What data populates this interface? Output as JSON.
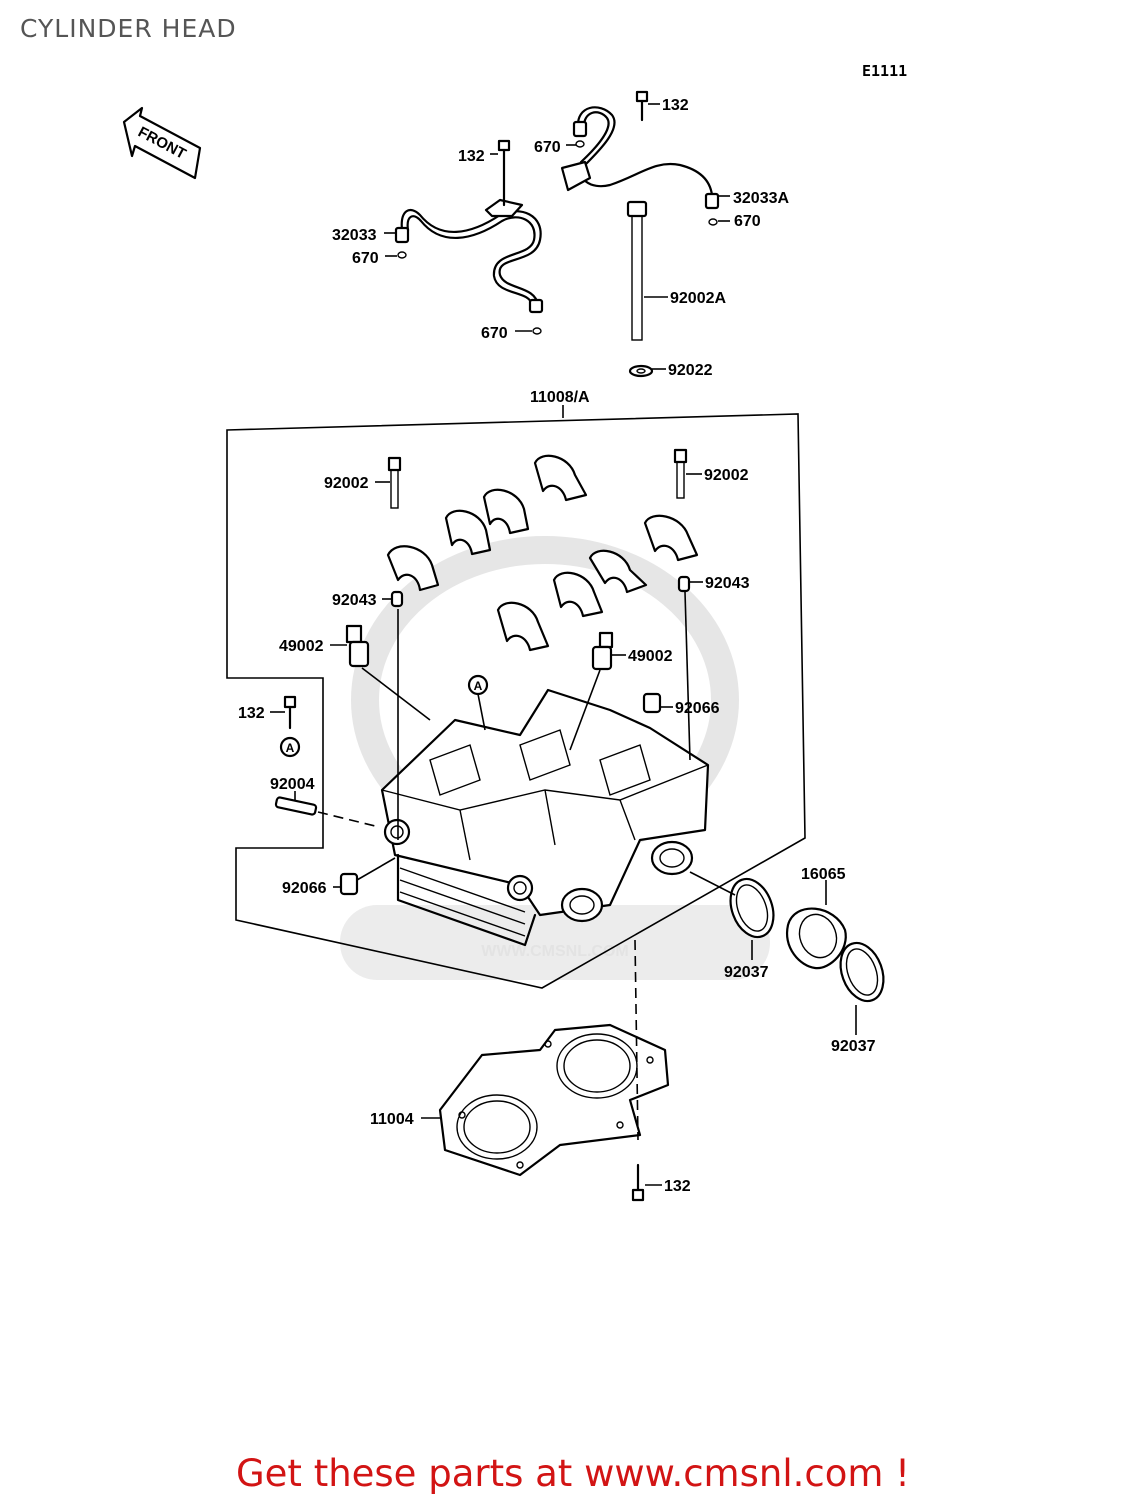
{
  "header": {
    "title": "CYLINDER HEAD",
    "ref_code": "E1111"
  },
  "front_arrow": {
    "label": "FRONT",
    "icon": "front-arrow-icon"
  },
  "callout_marker": "A",
  "watermark": {
    "text": "WWW.CMSNL.COM"
  },
  "parts": [
    {
      "id": "p132a",
      "label": "132"
    },
    {
      "id": "p670a",
      "label": "670"
    },
    {
      "id": "p132b",
      "label": "132"
    },
    {
      "id": "p32033a",
      "label": "32033A"
    },
    {
      "id": "p670b",
      "label": "670"
    },
    {
      "id": "p32033",
      "label": "32033"
    },
    {
      "id": "p670c",
      "label": "670"
    },
    {
      "id": "p92002a",
      "label": "92002A"
    },
    {
      "id": "p670d",
      "label": "670"
    },
    {
      "id": "p92022",
      "label": "92022"
    },
    {
      "id": "p11008",
      "label": "11008/A"
    },
    {
      "id": "p92002l",
      "label": "92002"
    },
    {
      "id": "p92002r",
      "label": "92002"
    },
    {
      "id": "p92043r",
      "label": "92043"
    },
    {
      "id": "p92043l",
      "label": "92043"
    },
    {
      "id": "p49002l",
      "label": "49002"
    },
    {
      "id": "p49002r",
      "label": "49002"
    },
    {
      "id": "p132c",
      "label": "132"
    },
    {
      "id": "p92066t",
      "label": "92066"
    },
    {
      "id": "p92004",
      "label": "92004"
    },
    {
      "id": "p92066b",
      "label": "92066"
    },
    {
      "id": "p16065",
      "label": "16065"
    },
    {
      "id": "p92037l",
      "label": "92037"
    },
    {
      "id": "p92037r",
      "label": "92037"
    },
    {
      "id": "p11004",
      "label": "11004"
    },
    {
      "id": "p132d",
      "label": "132"
    }
  ],
  "footer": {
    "text": "Get these parts at www.cmsnl.com !",
    "color": "#d21414"
  }
}
